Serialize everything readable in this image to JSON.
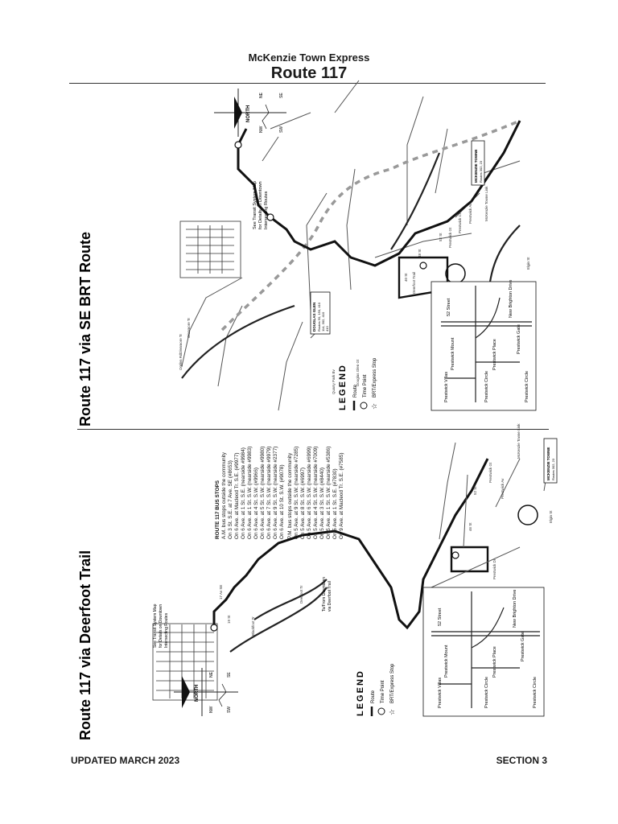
{
  "header": {
    "subtitle": "McKenzie Town Express",
    "title": "Route 117"
  },
  "footer": {
    "updated": "UPDATED MARCH 2023",
    "section": "SECTION 3"
  },
  "top_map": {
    "title": "Route 117 via SE BRT Route",
    "see_map_note": [
      "See Transit System Map",
      "for Details on Downtown",
      "Intersecting Routes"
    ],
    "legend": {
      "heading": "LEGEND",
      "route": "Route",
      "time_point": "Time Point",
      "brt_stop": "BRT/Express Stop"
    },
    "north": {
      "label": "NORTH",
      "quadrants": [
        "NE",
        "SE",
        "NW",
        "SW"
      ]
    },
    "streets": [
      "Glenmore Tr",
      "Deerfoot Trail",
      "Barlow Tr",
      "52 St",
      "40 St",
      "48 St",
      "Prestwick Dr",
      "Prestwick Gt",
      "Prestwick Cl",
      "Prestwick Av",
      "McKenzie Towne Link",
      "Elgin St",
      "Douglas Glen Gt",
      "Quarry Park Bv",
      "Ogden Rd",
      "Glenmore Tr"
    ],
    "terminal_label": [
      "MCKENZIE TOWNE",
      "Routes 302, 23"
    ],
    "douglas_glen_label": [
      "DOUGLAS GLEN",
      "Routes 50, 150, 410",
      "114, 302, 410",
      "410"
    ],
    "inset_labels": [
      "52 Street",
      "New Brighton Drive",
      "Prestwick Mount",
      "Prestwick Place",
      "Prestwick Gate",
      "Prestwick Villas",
      "Prestwick Circle",
      "Prestwick Circle"
    ]
  },
  "bottom_map": {
    "title": "Route 117 via Deerfoot Trail",
    "see_map_note": [
      "See Transit System Map",
      "for Details on Downtown",
      "Intersecting Routes"
    ],
    "legend": {
      "heading": "LEGEND",
      "route": "Route",
      "time_point": "Time Point",
      "brt_stop": "BRT/Express Stop"
    },
    "north": {
      "label": "NORTH",
      "quadrants": [
        "NE",
        "SE",
        "NW",
        "SW"
      ]
    },
    "streets": [
      "Deerfoot Tr",
      "Blackfoot Tr",
      "19 St",
      "17 Av SE",
      "52 St",
      "46 St",
      "Prestwick Dr",
      "Prestwick Gt",
      "Prestwick Av",
      "McKenzie Towne Link",
      "Elgin St"
    ],
    "deerfoot_note": [
      "To/From Downtown",
      "via Deerfoot Trail"
    ],
    "terminal_label": [
      "MCKENZIE TOWNE",
      "Routes 302, 23"
    ],
    "inset_labels": [
      "52 Street",
      "New Brighton Drive",
      "Prestwick Mount",
      "Prestwick Place",
      "Prestwick Gate",
      "Prestwick Villas",
      "Prestwick Circle",
      "Prestwick Circle"
    ],
    "bus_stops": {
      "heading": "ROUTE 117 BUS STOPS",
      "am_heading": "A.M. bus stops outside the community",
      "am": [
        "On 3 St. S.E. at 7 Ave. SE (#8653)",
        "On 6 Ave. at Macleod Tr. S.E. (#9977)",
        "On 6 Ave. at 1 St. S.E. (nearside #9984)",
        "On 6 Ave. at 1 St. S.W. (nearside #9983)",
        "On 6 Ave. at 4 St. S.W. (#9966)",
        "On 6 Ave. at 5 St. S.W. (nearside #9980)",
        "On 6 Ave. at 7 St. S.W. (nearside #9979)",
        "On 6 Ave. at 9 St. S.W. (nearside #2377)",
        "On 6 Ave. at 10 St. S.W. (#9078)"
      ],
      "pm_heading": "P.M. bus stops outside the community",
      "pm": [
        "On 5 Ave. at 9 St. S.W. (nearside #7285)",
        "On 5 Ave. at 8 St. S.W. (#6997)",
        "On 5 Ave. at 6 St. S.W. (nearside #6999)",
        "On 5 Ave. at 4 St. S.W. (nearside #7009)",
        "On 5 Ave. at 3 St. S.W. (#8440)",
        "On 5 Ave. at 1 St. S.W. (nearside #5386)",
        "On 5 Ave. at 1 St. S.E. (#7830)",
        "On 9 Ave. at Macleod Tr. S.E. (#7585)"
      ]
    }
  }
}
